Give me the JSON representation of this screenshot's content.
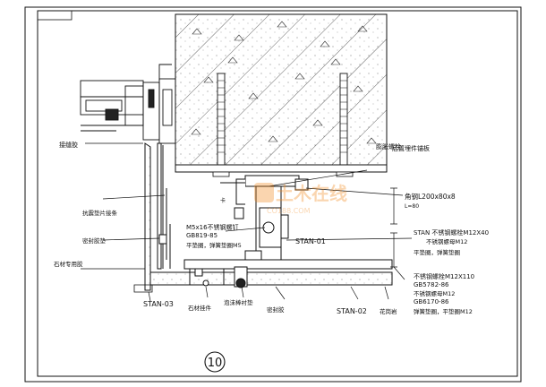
{
  "labels": {
    "wall_fixing": "膨胀螺栓",
    "steel_plate": "后置埋件锚板",
    "angle_steel": "角钢L200x80x8",
    "angle_note": "L=80",
    "cork_pad": "卡",
    "bolt_m5": "M5x16不锈钢螺钉",
    "bolt_m5_std": "GB819-85",
    "washer_spring": "平垫圈，弹簧垫圈M5",
    "stan01": "STAN-01",
    "stan02": "STAN-02",
    "stan03": "STAN-03",
    "stan_bolt": "STAN 不锈钢螺栓M12X40",
    "stan_bolt_note": "不锈钢螺母M12",
    "washer_flat": "平垫圈，弹簧垫圈",
    "bolt_m12": "不锈钢螺栓M12X110",
    "bolt_m12_std": "GB5782-86",
    "nut_m12": "不锈钢螺母M12",
    "nut_m12_std": "GB6170-86",
    "washer_m12": "弹簧垫圈，平垫圈M12",
    "left_top": "接缝胶",
    "left_mid1": "抗震垫片接条",
    "left_mid2": "密封胶垫",
    "left_stone": "石材专用胶",
    "bottom1": "石材挂件",
    "bottom2": "泡沫棒衬垫",
    "bottom3": "密封胶",
    "bottom4": "花岗岩",
    "detail_no": "10",
    "watermark": "土木在线",
    "watermark_sub": "CO188.COM"
  }
}
